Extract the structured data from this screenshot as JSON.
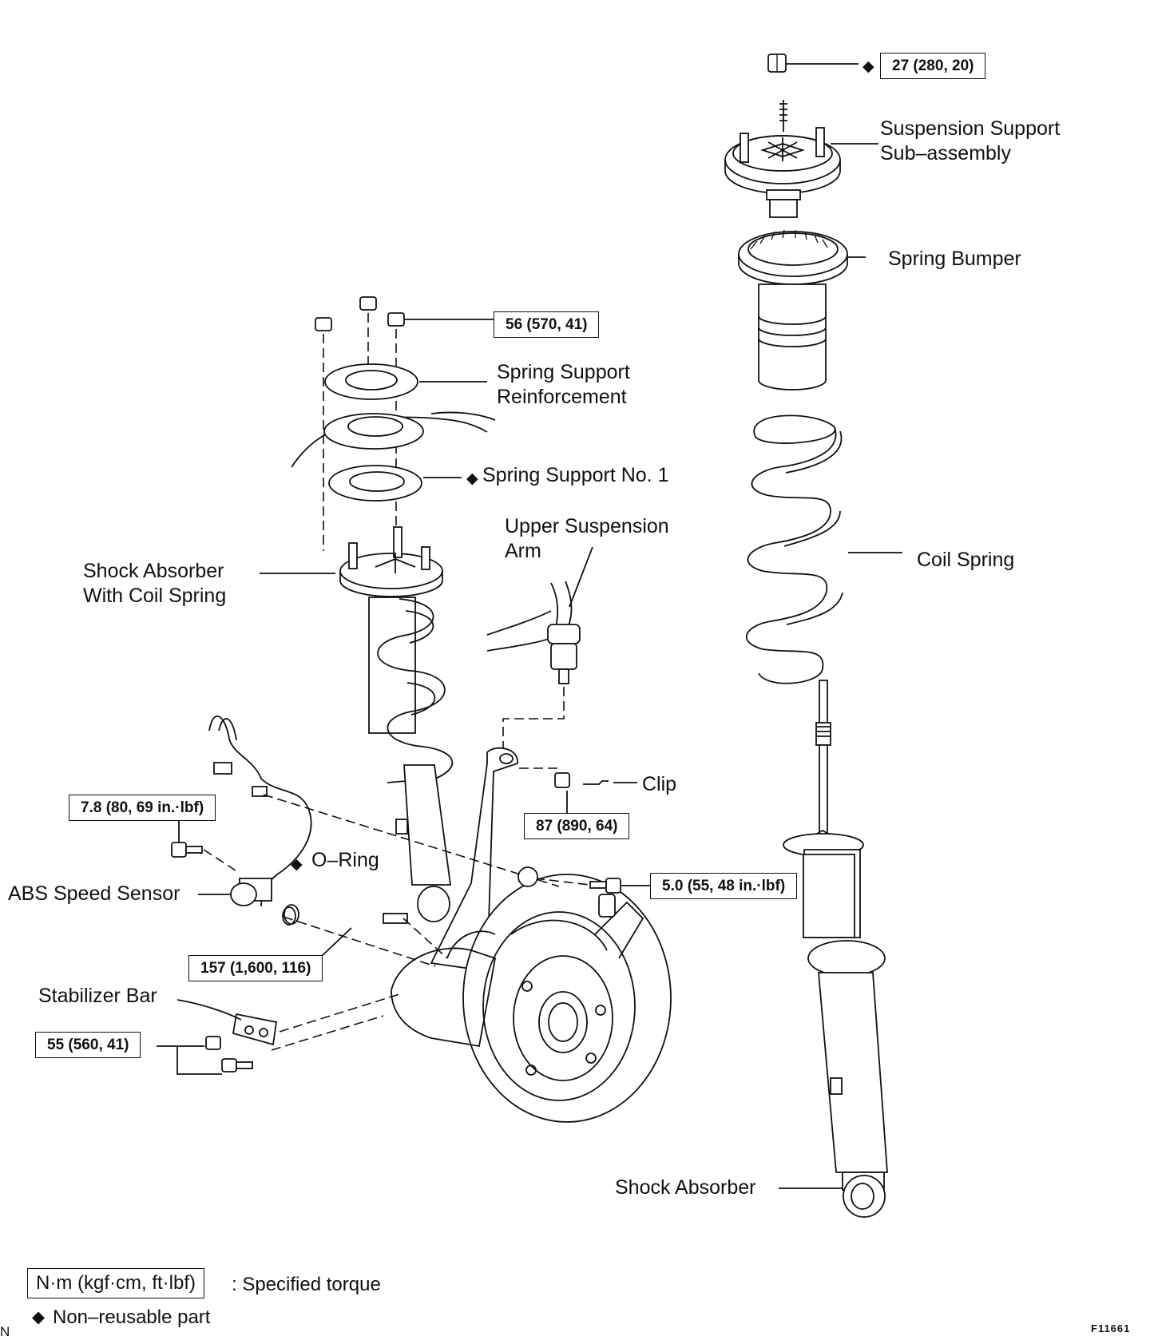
{
  "figure_id": "F11661",
  "corner_mark": "N",
  "labels": {
    "suspension_support_line1": "Suspension Support",
    "suspension_support_line2": "Sub–assembly",
    "spring_bumper": "Spring Bumper",
    "spring_support_reinf_line1": "Spring Support",
    "spring_support_reinf_line2": "Reinforcement",
    "spring_support_no1": "Spring Support No. 1",
    "upper_arm_line1": "Upper Suspension",
    "upper_arm_line2": "Arm",
    "shock_with_spring_line1": "Shock  Absorber",
    "shock_with_spring_line2": "With Coil Spring",
    "coil_spring": "Coil Spring",
    "clip": "Clip",
    "o_ring": "O–Ring",
    "abs_speed_sensor": "ABS Speed Sensor",
    "stabilizer_bar": "Stabilizer Bar",
    "shock_absorber": "Shock Absorber"
  },
  "torques": {
    "top_nut": "27 (280, 20)",
    "reinforcement_nuts": "56 (570, 41)",
    "abs_bolt": "7.8 (80, 69 in.·lbf)",
    "clip_nut": "87 (890, 64)",
    "bracket_bolt": "5.0 (55, 48 in.·lbf)",
    "lower_bolt": "157 (1,600, 116)",
    "stabilizer": "55 (560, 41)"
  },
  "legend": {
    "torque_unit": "N·m (kgf·cm, ft·lbf)",
    "torque_desc": ": Specified torque",
    "non_reusable": "Non–reusable part",
    "diamond_symbol": "◆"
  }
}
